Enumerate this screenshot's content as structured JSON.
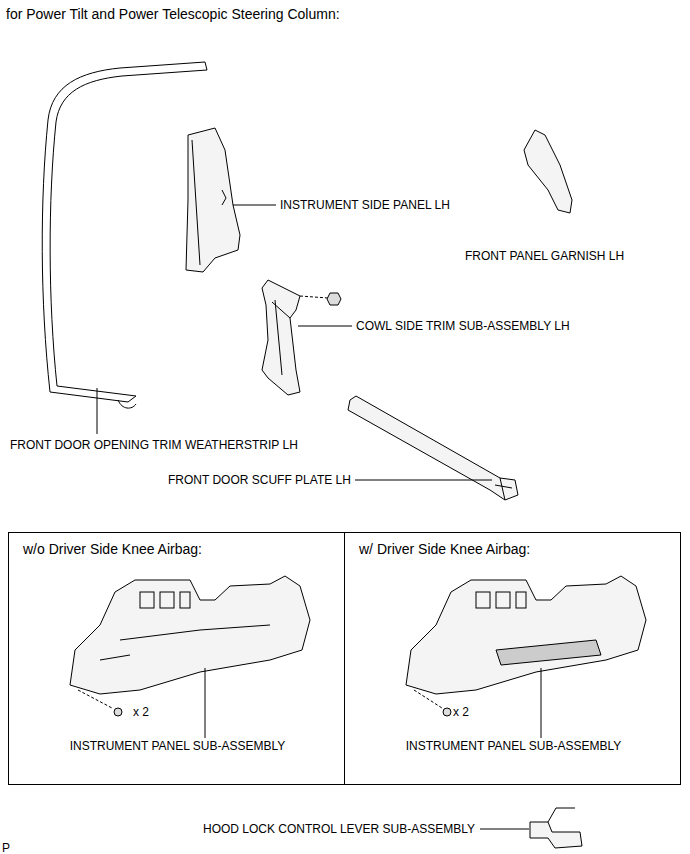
{
  "diagram": {
    "title": "for Power Tilt and Power Telescopic Steering Column:",
    "nodes": [
      {
        "text": [
          "w/o Driver Side Knee Airbag:",
          "x 2",
          "INSTRUMENT PANEL SUB-ASSEMBLY"
        ]
      },
      {
        "text": [
          "w/ Driver Side Knee Airbag:",
          "x 2",
          "INSTRUMENT PANEL SUB-ASSEMBLY"
        ]
      }
    ],
    "labels": [
      "INSTRUMENT SIDE PANEL LH",
      "FRONT PANEL GARNISH LH",
      "COWL SIDE TRIM SUB-ASSEMBLY LH",
      "FRONT DOOR OPENING TRIM WEATHERSTRIP LH",
      "FRONT DOOR SCUFF PLATE LH",
      "HOOD LOCK CONTROL LEVER SUB-ASSEMBLY",
      "P"
    ]
  }
}
